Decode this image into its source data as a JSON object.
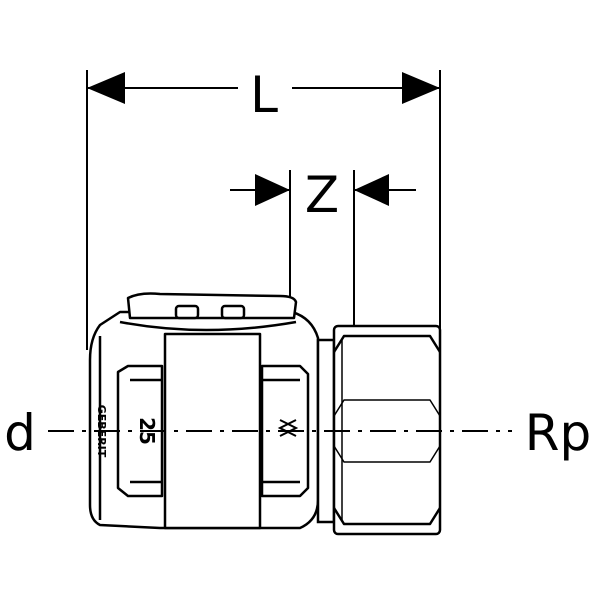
{
  "labels": {
    "length": "L",
    "insertion": "Z",
    "pipe_diameter": "d",
    "thread": "Rp"
  },
  "fitting_markings": {
    "size": "25",
    "brand": "GEBERIT"
  },
  "colors": {
    "line": "#000000",
    "background": "#ffffff"
  }
}
